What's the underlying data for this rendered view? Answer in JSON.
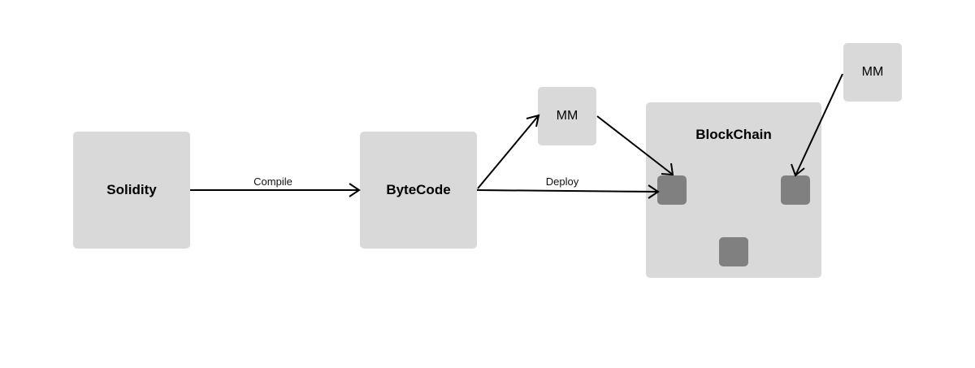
{
  "boxes": {
    "solidity": "Solidity",
    "bytecode": "ByteCode",
    "mm_middle": "MM",
    "mm_top_right": "MM",
    "blockchain": "BlockChain"
  },
  "edges": {
    "compile": "Compile",
    "deploy": "Deploy"
  },
  "colors": {
    "box_fill": "#d9d9d9",
    "node_fill": "#808080",
    "arrow": "#000000"
  }
}
